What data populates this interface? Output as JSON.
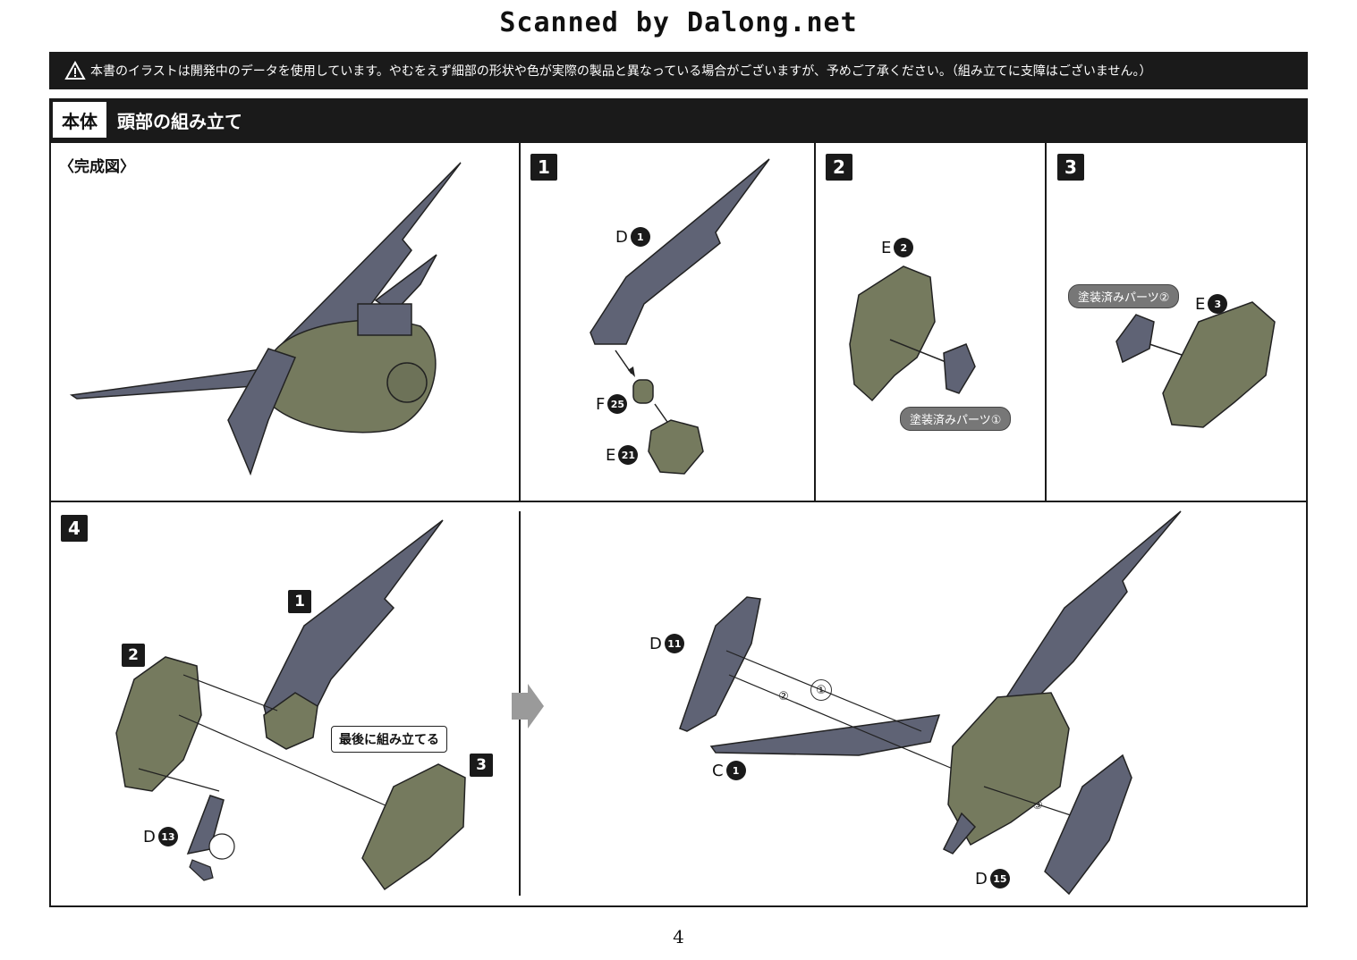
{
  "header": {
    "scan_title": "Scanned by Dalong.net"
  },
  "warning": {
    "text": "本書のイラストは開発中のデータを使用しています。やむをえず細部の形状や色が実際の製品と異なっている場合がございますが、予めご了承ください。（組み立てに支障はございません。）"
  },
  "section": {
    "tag": "本体",
    "title": "頭部の組み立て"
  },
  "completed": {
    "caption": "〈完成図〉"
  },
  "steps": {
    "s1": {
      "num": "1",
      "d_letter": "D",
      "d_num": "1",
      "f_letter": "F",
      "f_num": "25",
      "e_letter": "E",
      "e_num": "21"
    },
    "s2": {
      "num": "2",
      "e_letter": "E",
      "e_num": "2",
      "pill": "塗装済みパーツ①"
    },
    "s3": {
      "num": "3",
      "e_letter": "E",
      "e_num": "3",
      "pill": "塗装済みパーツ②"
    },
    "s4": {
      "num": "4",
      "sub1": "1",
      "sub2": "2",
      "sub3": "3",
      "callout": "最後に組み立てる",
      "d13_letter": "D",
      "d13_num": "13",
      "d11_letter": "D",
      "d11_num": "11",
      "c1_letter": "C",
      "c1_num": "1",
      "d15_letter": "D",
      "d15_num": "15",
      "order1": "①",
      "order2": "②",
      "order3": "③"
    }
  },
  "colors": {
    "armor": "#5f6375",
    "frame": "#757a5e",
    "dark": "#1a1a1a"
  },
  "page_number": "4"
}
